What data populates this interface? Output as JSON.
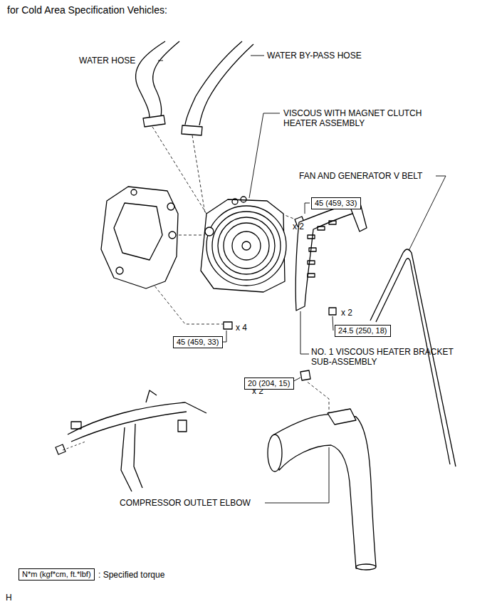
{
  "diagram": {
    "title": "for Cold Area Specification Vehicles:",
    "nodes": [
      {
        "text": [
          "45 (459, 33)"
        ]
      },
      {
        "text": [
          "24.5 (250, 18)"
        ]
      },
      {
        "text": [
          "45 (459, 33)"
        ]
      },
      {
        "text": [
          "20 (204, 15)"
        ]
      },
      {
        "text": [
          "N*m (kgf*cm, ft.*lbf)"
        ]
      }
    ],
    "labels": [
      "WATER HOSE",
      "WATER BY-PASS HOSE",
      "VISCOUS WITH MAGNET CLUTCH HEATER ASSEMBLY",
      "FAN AND GENERATOR V BELT",
      "x 2",
      "x 2",
      "x 4",
      "NO. 1 VISCOUS HEATER BRACKET SUB-ASSEMBLY",
      "x 2",
      "COMPRESSOR OUTLET ELBOW",
      "H"
    ],
    "legend": [
      {
        "text": ": Specified torque"
      }
    ]
  }
}
